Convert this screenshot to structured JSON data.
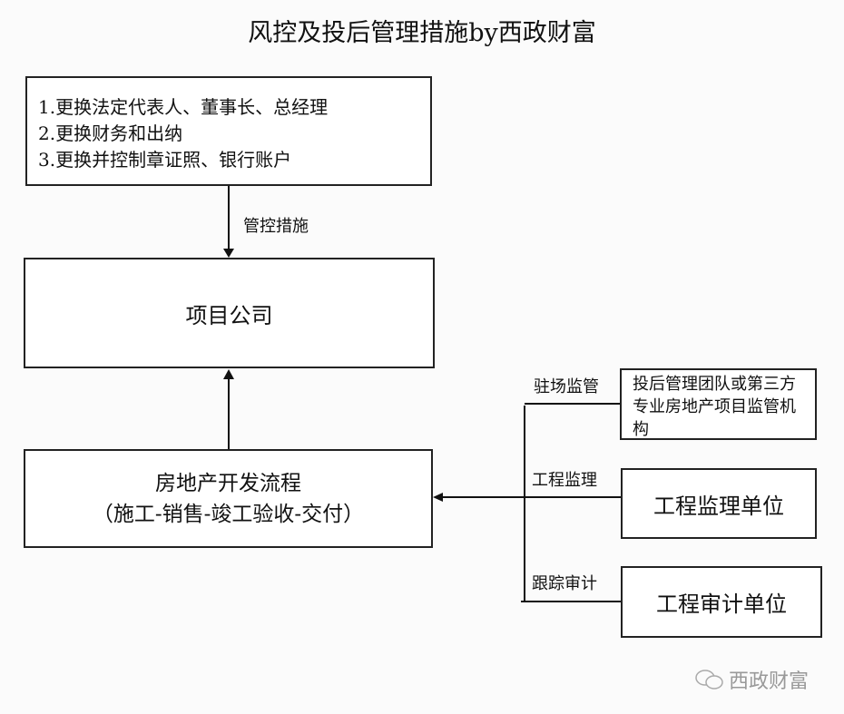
{
  "title": "风控及投后管理措施by西政财富",
  "measures_box": {
    "lines": [
      "1.更换法定代表人、董事长、总经理",
      "2.更换财务和出纳",
      "3.更换并控制章证照、银行账户"
    ]
  },
  "measures_label": "管控措施",
  "project_company": "项目公司",
  "dev_process": {
    "line1": "房地产开发流程",
    "line2": "（施工-销售-竣工验收-交付）"
  },
  "branches": [
    {
      "label": "驻场监管",
      "box": "投后管理团队或第三方专业房地产项目监管机构"
    },
    {
      "label": "工程监理",
      "box": "工程监理单位"
    },
    {
      "label": "跟踪审计",
      "box": "工程审计单位"
    }
  ],
  "watermark": "西政财富"
}
